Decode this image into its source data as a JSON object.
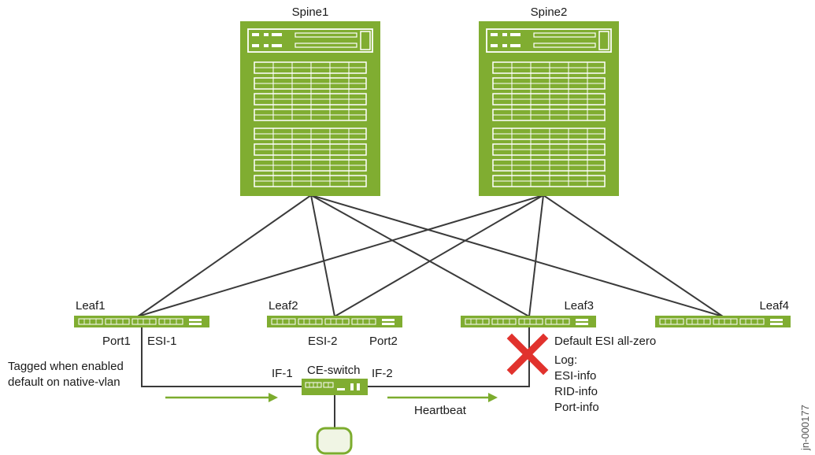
{
  "spines": [
    {
      "name": "Spine1"
    },
    {
      "name": "Spine2"
    }
  ],
  "leaves": [
    {
      "name": "Leaf1"
    },
    {
      "name": "Leaf2"
    },
    {
      "name": "Leaf3"
    },
    {
      "name": "Leaf4"
    }
  ],
  "labels": {
    "port1": "Port1",
    "esi1": "ESI-1",
    "esi2": "ESI-2",
    "port2": "Port2",
    "default_esi": "Default ESI all-zero",
    "tagged_line1": "Tagged when enabled",
    "tagged_line2": "default on native-vlan",
    "if1": "IF-1",
    "ce_switch": "CE-switch",
    "if2": "IF-2",
    "heartbeat": "Heartbeat",
    "log_title": "Log:",
    "log_items": [
      "ESI-info",
      "RID-info",
      "Port-info"
    ],
    "figure_id": "jn-000177"
  },
  "colors": {
    "device_green": "#80ad31",
    "arrow_green": "#7cac2e",
    "link_gray": "#3a3a3a",
    "failure_red": "#e1322d",
    "endpoint_fill": "#f0f5e4"
  },
  "icons": {
    "failure": "x-mark-icon"
  }
}
